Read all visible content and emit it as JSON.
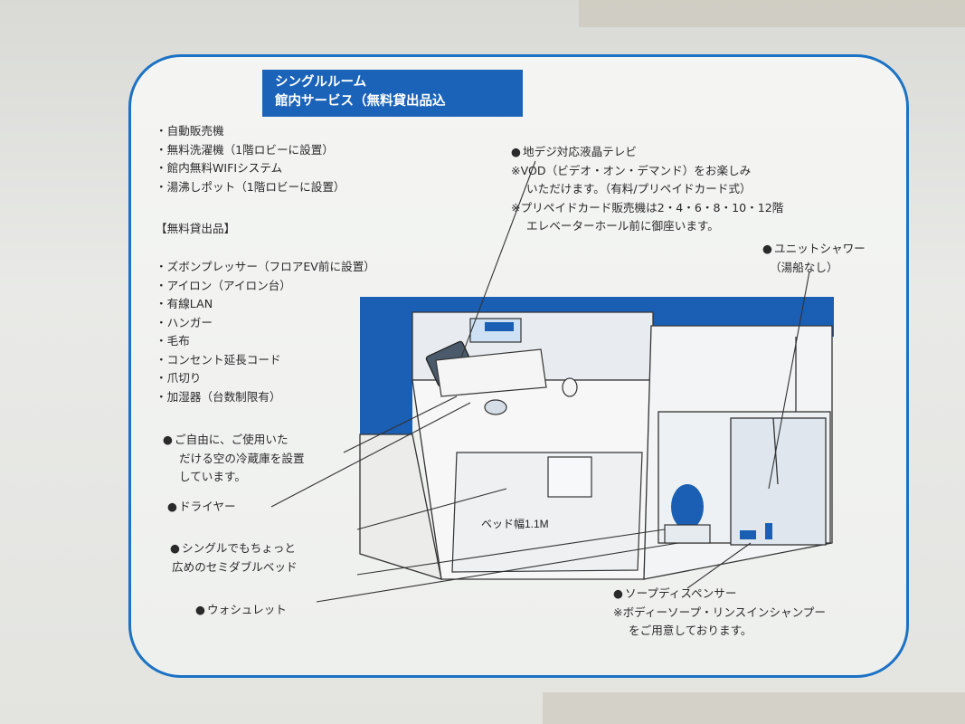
{
  "sign": {
    "title_line1": "シングルルーム",
    "title_line2": "館内サービス（無料貸出品込",
    "services": [
      "自動販売機",
      "無料洗濯機（1階ロビーに設置）",
      "館内無料WIFIシステム",
      "湯沸しポット（1階ロビーに設置）"
    ],
    "rental_heading": "【無料貸出品】",
    "rental_items": [
      "ズボンプレッサー（フロアEV前に設置）",
      "アイロン（アイロン台）",
      "有線LAN",
      "ハンガー",
      "毛布",
      "コンセント延長コード",
      "爪切り",
      "加湿器（台数制限有）"
    ],
    "tv": {
      "heading": "地デジ対応液晶テレビ",
      "note1_line1": "VOD（ビデオ・オン・デマンド）をお楽しみ",
      "note1_line2": "いただけます。（有料/プリペイドカード式）",
      "note2_line1": "プリペイドカード販売機は2・4・6・8・10・12階",
      "note2_line2": "エレベーターホール前に御座います。"
    },
    "shower": {
      "label": "ユニットシャワー",
      "sub": "（湯船なし）"
    },
    "fridge": {
      "line1": "ご自由に、ご使用いた",
      "line2": "だける空の冷蔵庫を設置",
      "line3": "しています。"
    },
    "dryer": "ドライヤー",
    "bed": {
      "line1": "シングルでもちょっと",
      "line2": "広めのセミダブルベッド",
      "width_label": "ベッド幅1.1M"
    },
    "washlet": "ウォシュレット",
    "soap": {
      "heading": "ソープディスペンサー",
      "note_line1": "ボディーソープ・リンスインシャンプー",
      "note_line2": "をご用意しております。"
    }
  },
  "colors": {
    "frame_blue": "#1c72c4",
    "title_blue": "#1b63b8",
    "wall_blue": "#1a5fb4"
  }
}
